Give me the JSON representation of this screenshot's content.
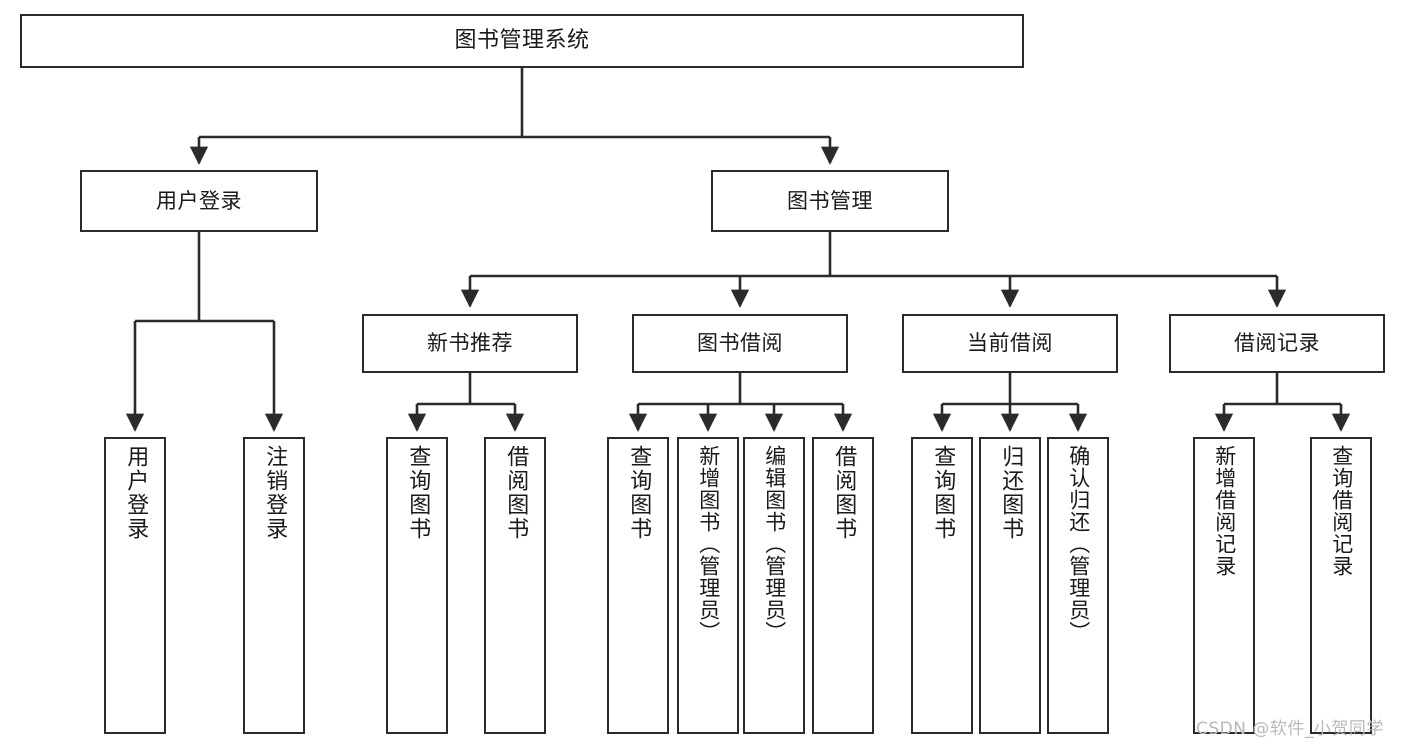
{
  "diagram": {
    "title": "图书管理系统",
    "type": "tree",
    "orientation": "top-down",
    "colors": {
      "box_border": "#2b2b2b",
      "box_fill": "#ffffff",
      "edge": "#2b2b2b",
      "text": "#1a1a1a",
      "watermark": "#b9b9b9",
      "background": "#ffffff"
    },
    "root": {
      "label": "图书管理系统"
    },
    "level1": [
      {
        "id": "user-login",
        "label": "用户登录"
      },
      {
        "id": "book-management",
        "label": "图书管理"
      }
    ],
    "level2": [
      {
        "id": "new-book-recommend",
        "label": "新书推荐"
      },
      {
        "id": "book-borrow",
        "label": "图书借阅"
      },
      {
        "id": "current-borrow",
        "label": "当前借阅"
      },
      {
        "id": "borrow-record",
        "label": "借阅记录"
      }
    ],
    "leaves": {
      "user_login": [
        {
          "id": "leaf-user-login",
          "label": "用户登录"
        },
        {
          "id": "leaf-logout",
          "label": "注销登录"
        }
      ],
      "new_book_recommend": [
        {
          "id": "leaf-query-book-1",
          "label": "查询图书"
        },
        {
          "id": "leaf-borrow-book-1",
          "label": "借阅图书"
        }
      ],
      "book_borrow": [
        {
          "id": "leaf-query-book-2",
          "label": "查询图书"
        },
        {
          "id": "leaf-add-book",
          "label": "新增图书（管理员）"
        },
        {
          "id": "leaf-edit-book",
          "label": "编辑图书（管理员）"
        },
        {
          "id": "leaf-borrow-book-2",
          "label": "借阅图书"
        }
      ],
      "current_borrow": [
        {
          "id": "leaf-query-book-3",
          "label": "查询图书"
        },
        {
          "id": "leaf-return-book",
          "label": "归还图书"
        },
        {
          "id": "leaf-confirm-return",
          "label": "确认归还（管理员）"
        }
      ],
      "borrow_record": [
        {
          "id": "leaf-add-record",
          "label": "新增借阅记录"
        },
        {
          "id": "leaf-query-record",
          "label": "查询借阅记录"
        }
      ]
    }
  },
  "watermark": {
    "text": "CSDN @软件_小贺同学"
  }
}
